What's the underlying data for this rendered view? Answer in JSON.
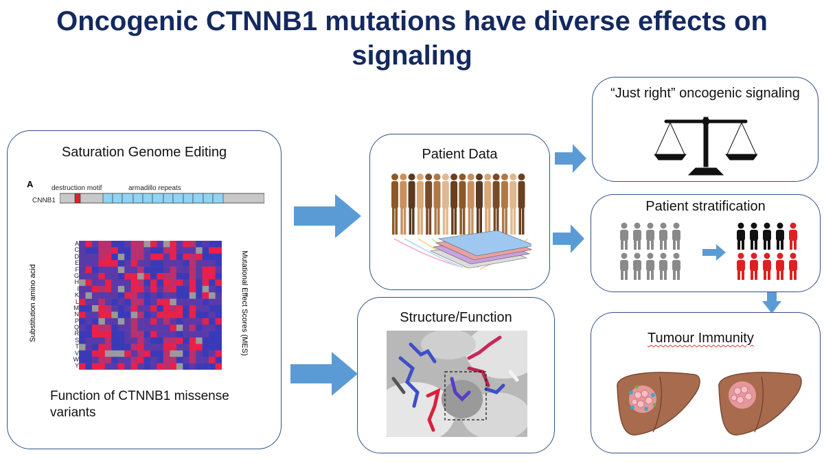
{
  "title": {
    "line1": "Oncogenic CTNNB1 mutations have diverse effects on",
    "line2": "signaling"
  },
  "sge": {
    "title": "Saturation Genome Editing",
    "panel_letter": "A",
    "gene_label": "CNNB1",
    "destruction_label": "destruction motif",
    "armadillo_label": "armadillo repeats",
    "y_axis_label": "Substitution amino acid",
    "right_axis_label": "Mutational Effect Scores (MES)",
    "amino_acids": [
      "A",
      "C",
      "D",
      "E",
      "F",
      "G",
      "H",
      "I",
      "K",
      "L",
      "M",
      "N",
      "P",
      "Q",
      "R",
      "S",
      "T",
      "V",
      "W",
      "Y"
    ],
    "caption_line1": "Function of CTNNB1 missense",
    "caption_line2": "variants"
  },
  "patient_data": {
    "title": "Patient Data"
  },
  "structure": {
    "title": "Structure/Function"
  },
  "signaling": {
    "title": "“Just right” oncogenic signaling"
  },
  "stratification": {
    "title": "Patient stratification"
  },
  "immunity": {
    "title": "Tumour Immunity"
  },
  "colors": {
    "navy": "#14295f",
    "arrow": "#5b9bd5",
    "box_border": "#2e4f86",
    "red": "#e02020",
    "grey": "#8a8a8a",
    "heat_red": "#e8204a",
    "heat_blue": "#3a3ab8"
  }
}
